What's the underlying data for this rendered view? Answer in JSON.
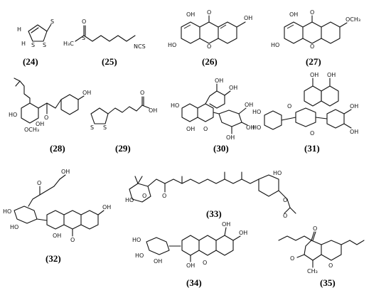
{
  "compounds": [
    {
      "id": "c24",
      "label": "(24)"
    },
    {
      "id": "c25",
      "label": "(25)"
    },
    {
      "id": "c26",
      "label": "(26)"
    },
    {
      "id": "c27",
      "label": "(27)"
    },
    {
      "id": "c28",
      "label": "(28)"
    },
    {
      "id": "c29",
      "label": "(29)"
    },
    {
      "id": "c30",
      "label": "(30)"
    },
    {
      "id": "c31",
      "label": "(31)"
    },
    {
      "id": "c32",
      "label": "(32)"
    },
    {
      "id": "c33",
      "label": "(33)"
    },
    {
      "id": "c34",
      "label": "(34)"
    },
    {
      "id": "c35",
      "label": "(35)"
    }
  ],
  "atoms": {
    "S": "S",
    "H": "H",
    "O": "O",
    "OH": "OH",
    "HO": "HO",
    "NCS": "NCS",
    "CH3": "H₃C",
    "OCH3": "OCH₃",
    "Me": "CH₃"
  }
}
